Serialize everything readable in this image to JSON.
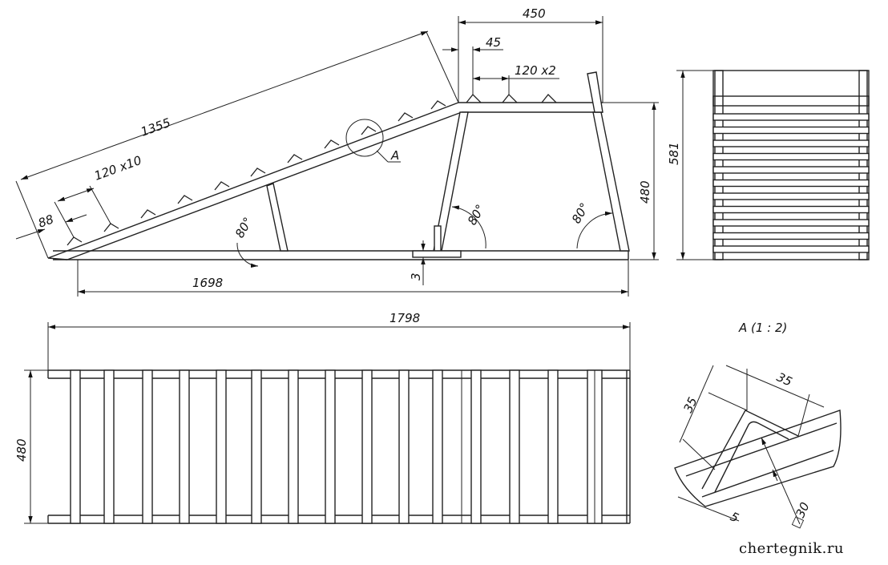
{
  "drawing": {
    "side_view": {
      "ramp_length": "1355",
      "cleat_pitch_ramp": "120 x10",
      "first_cleat_offset": "88",
      "detail_callout": "A",
      "top_length": "450",
      "top_offset": "45",
      "cleat_pitch_top": "120 x2",
      "height": "480",
      "base_length": "1698",
      "plate_thickness": "3",
      "angle_left": "80°",
      "angle_mid": "80°",
      "angle_right": "80°"
    },
    "end_view": {
      "overall_height": "581"
    },
    "plan_view": {
      "overall_length": "1798",
      "width": "480"
    },
    "detail_a": {
      "title": "A (1 : 2)",
      "cleat_leg_a": "35",
      "cleat_leg_b": "35",
      "wall_thickness": "5",
      "tube_section": "□30"
    },
    "watermark": "chertegnik.ru"
  }
}
